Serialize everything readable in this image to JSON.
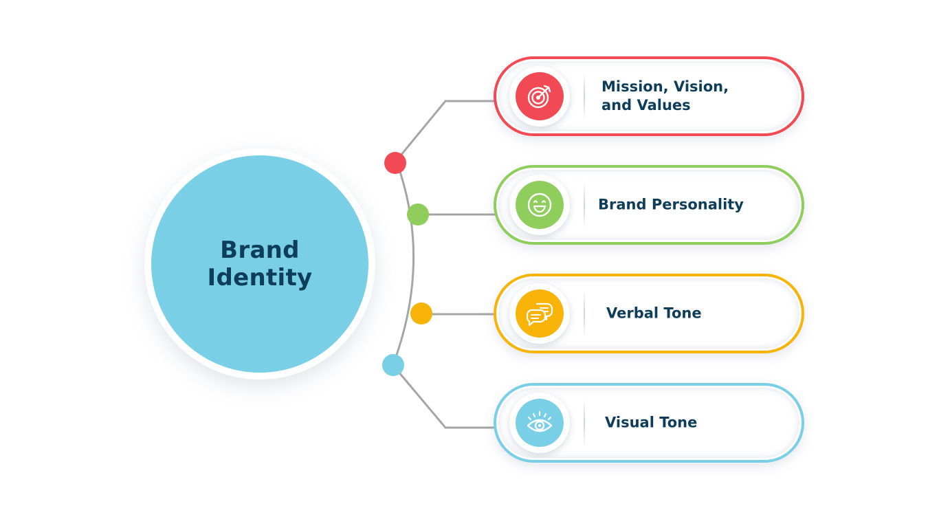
{
  "hub": {
    "title": "Brand Identity",
    "color": "#79cfe6"
  },
  "cards": [
    {
      "label": "Mission, Vision, and Values",
      "color": "#f24a55",
      "icon": "target-icon"
    },
    {
      "label": "Brand Personality",
      "color": "#8fcd5c",
      "icon": "smiley-icon"
    },
    {
      "label": "Verbal Tone",
      "color": "#f7b307",
      "icon": "chat-bubbles-icon"
    },
    {
      "label": "Visual Tone",
      "color": "#79cfe6",
      "icon": "eye-icon"
    }
  ],
  "connector_color": "#a5a5a5",
  "text_color": "#0d3d59"
}
